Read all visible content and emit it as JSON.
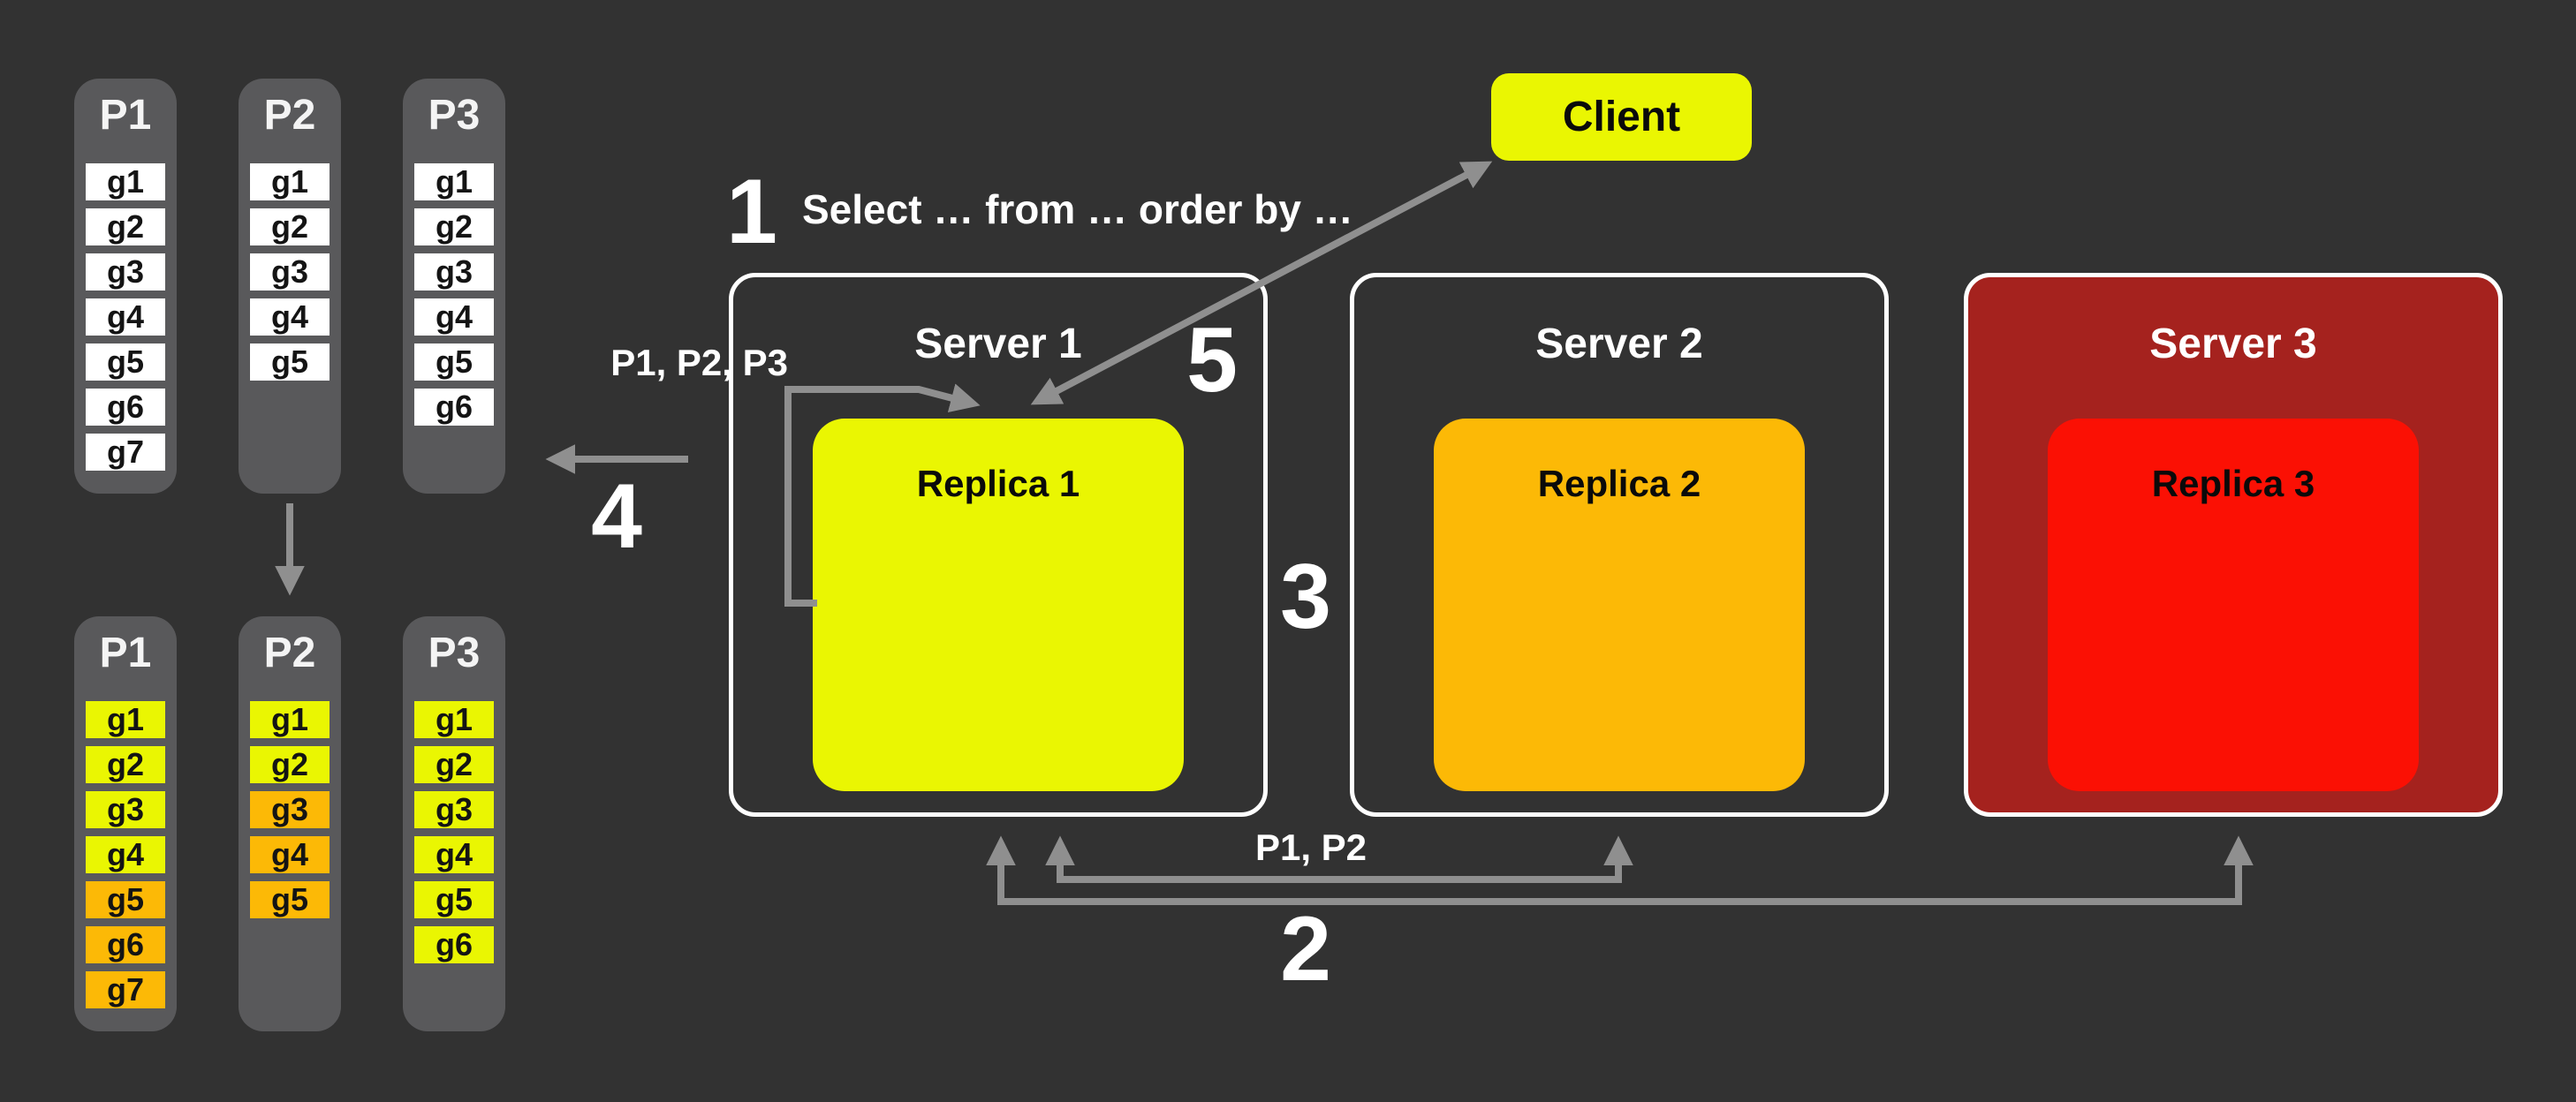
{
  "palette": {
    "bg": "#323232",
    "panel": "#59595B",
    "yellow": "#EAF602",
    "orange": "#FCB906",
    "red": "#FB1004",
    "darkred": "#A5221E",
    "arrow": "#8F8F8F"
  },
  "partitions_top": [
    {
      "title": "P1",
      "groups": [
        "g1",
        "g2",
        "g3",
        "g4",
        "g5",
        "g6",
        "g7"
      ]
    },
    {
      "title": "P2",
      "groups": [
        "g1",
        "g2",
        "g3",
        "g4",
        "g5"
      ]
    },
    {
      "title": "P3",
      "groups": [
        "g1",
        "g2",
        "g3",
        "g4",
        "g5",
        "g6"
      ]
    }
  ],
  "partitions_bottom": [
    {
      "title": "P1",
      "groups": [
        {
          "label": "g1",
          "color": "yellow"
        },
        {
          "label": "g2",
          "color": "yellow"
        },
        {
          "label": "g3",
          "color": "yellow"
        },
        {
          "label": "g4",
          "color": "yellow"
        },
        {
          "label": "g5",
          "color": "orange"
        },
        {
          "label": "g6",
          "color": "orange"
        },
        {
          "label": "g7",
          "color": "orange"
        }
      ]
    },
    {
      "title": "P2",
      "groups": [
        {
          "label": "g1",
          "color": "yellow"
        },
        {
          "label": "g2",
          "color": "yellow"
        },
        {
          "label": "g3",
          "color": "orange"
        },
        {
          "label": "g4",
          "color": "orange"
        },
        {
          "label": "g5",
          "color": "orange"
        }
      ]
    },
    {
      "title": "P3",
      "groups": [
        {
          "label": "g1",
          "color": "yellow"
        },
        {
          "label": "g2",
          "color": "yellow"
        },
        {
          "label": "g3",
          "color": "yellow"
        },
        {
          "label": "g4",
          "color": "yellow"
        },
        {
          "label": "g5",
          "color": "yellow"
        },
        {
          "label": "g6",
          "color": "yellow"
        }
      ]
    }
  ],
  "client": {
    "label": "Client"
  },
  "servers": [
    {
      "name": "Server 1",
      "replica": "Replica 1",
      "server_color": "none",
      "replica_color": "yellow"
    },
    {
      "name": "Server 2",
      "replica": "Replica 2",
      "server_color": "none",
      "replica_color": "orange"
    },
    {
      "name": "Server 3",
      "replica": "Replica 3",
      "server_color": "darkred",
      "replica_color": "red"
    }
  ],
  "steps": {
    "step1": {
      "num": "1",
      "query": "Select … from … order by …"
    },
    "step2": {
      "num": "2",
      "label": "P1, P2"
    },
    "step3": {
      "num": "3"
    },
    "step4": {
      "num": "4"
    },
    "step5": {
      "num": "5"
    }
  },
  "labels": {
    "fanout": "P1, P2, P3"
  }
}
